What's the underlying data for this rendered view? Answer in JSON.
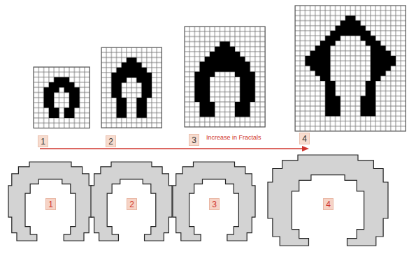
{
  "diagram": {
    "nodes": [
      {
        "text": [
          "1"
        ]
      },
      {
        "text": [
          "2"
        ]
      },
      {
        "text": [
          "3"
        ]
      },
      {
        "text": [
          "4"
        ]
      },
      {
        "text": [
          "1"
        ]
      },
      {
        "text": [
          "2"
        ]
      },
      {
        "text": [
          "3"
        ]
      },
      {
        "text": [
          "4"
        ]
      }
    ],
    "labels": [
      "Increase in Fractals"
    ]
  }
}
